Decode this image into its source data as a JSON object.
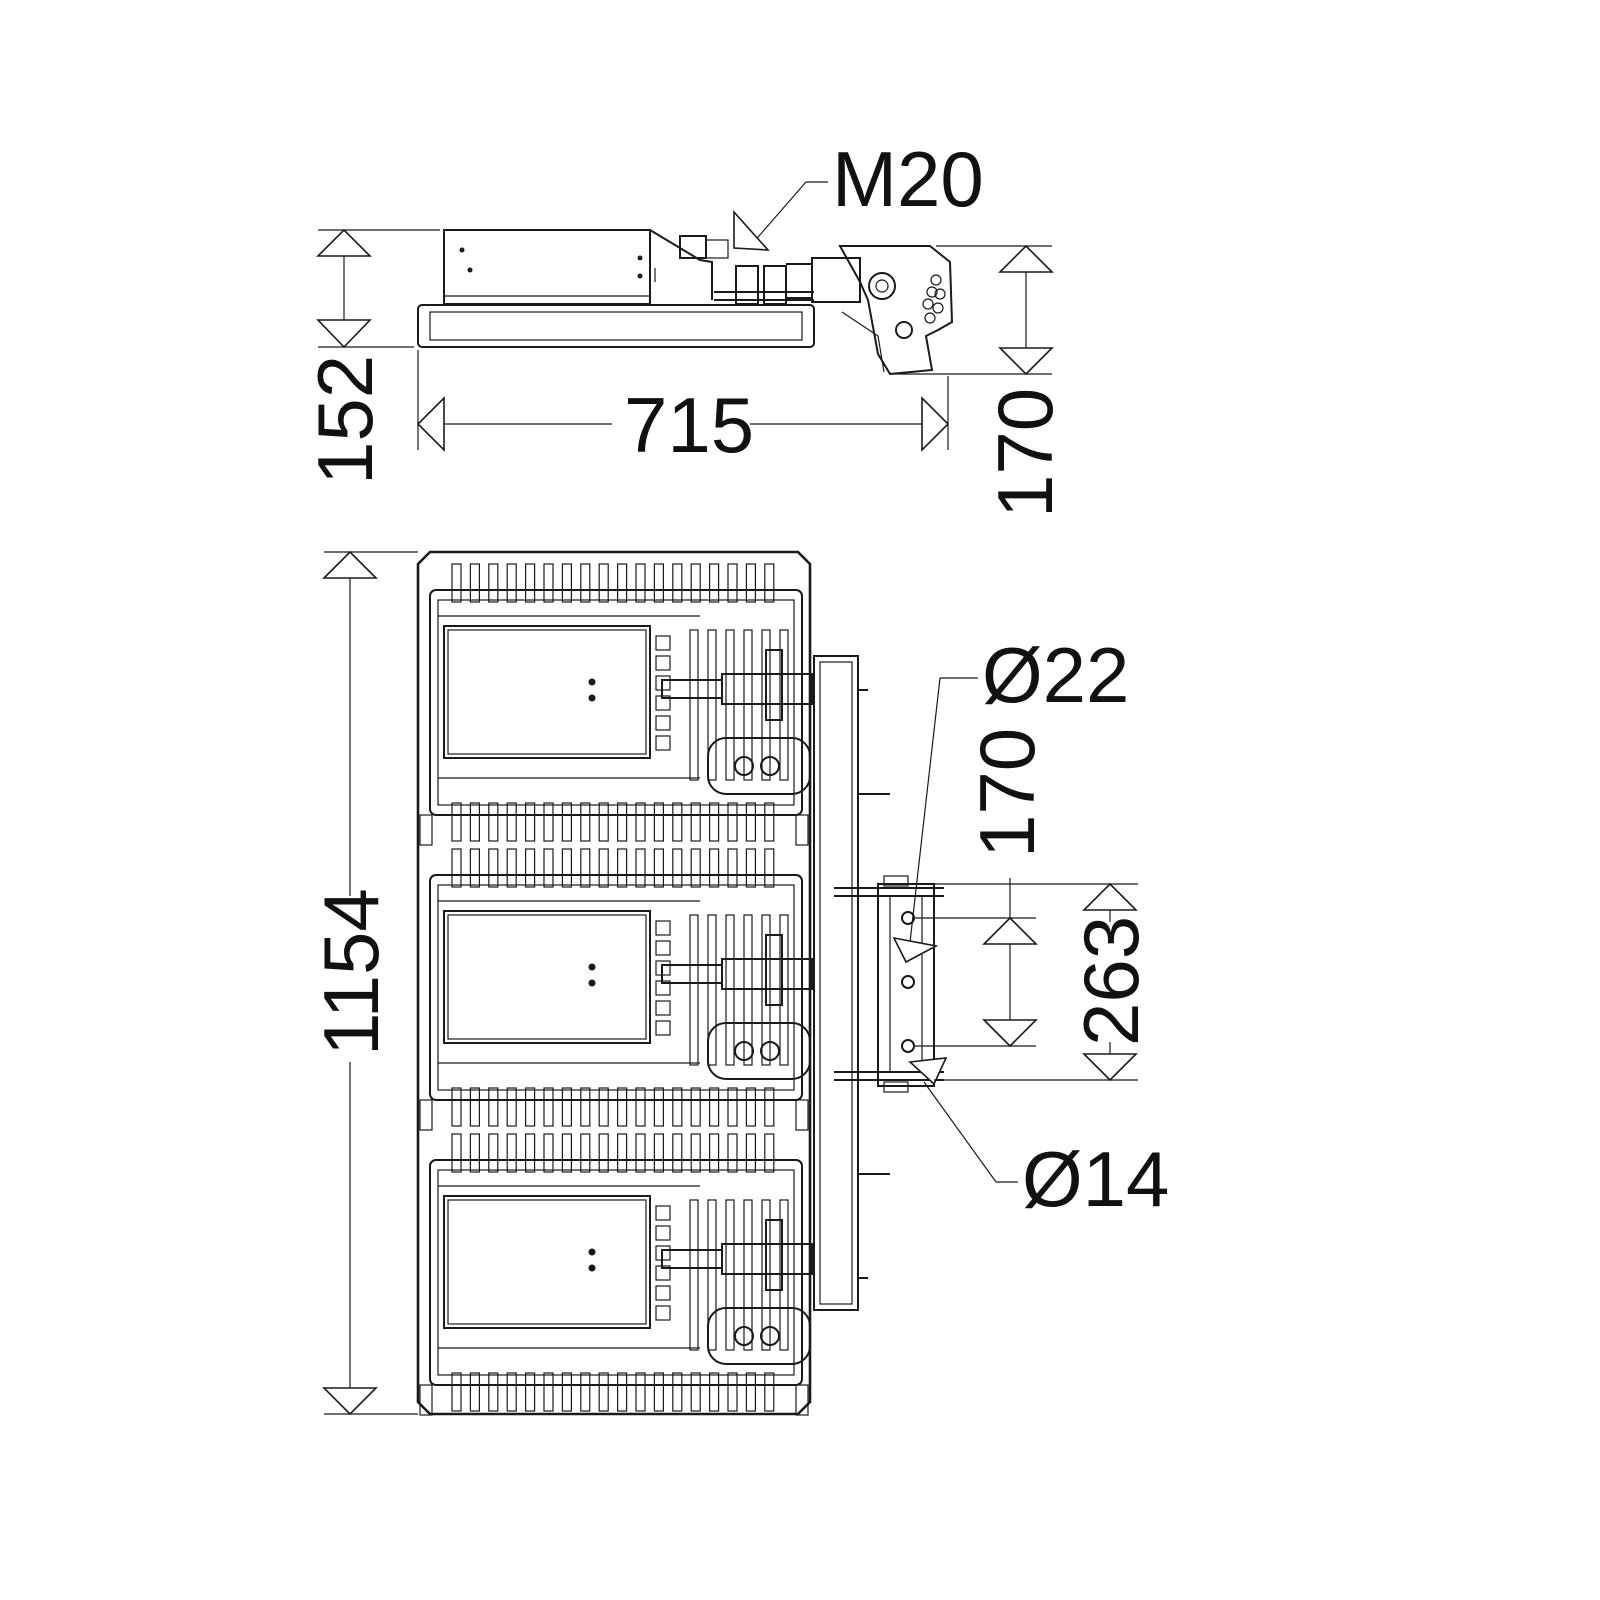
{
  "dimensions": {
    "side_height_left": "152",
    "side_width": "715",
    "bracket_height": "170",
    "front_height": "1154",
    "hole_spacing": "170",
    "bracket_span": "263"
  },
  "callouts": {
    "cable_gland": "M20",
    "large_hole": "Ø22",
    "small_hole": "Ø14"
  },
  "front_view": {
    "module_count": 3,
    "fins_per_row": 18
  }
}
